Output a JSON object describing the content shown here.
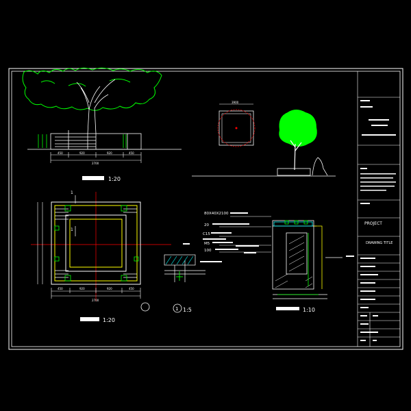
{
  "drawing": {
    "elevation_scale": "1:20",
    "plan_scale": "1:20",
    "detail_scale": "1:5",
    "section_scale": "1:10",
    "detail_marker": "1",
    "section_marker": "1",
    "dims_elevation": [
      "450",
      "920",
      "920",
      "450"
    ],
    "dims_elevation_total": "2700",
    "dims_plan_top": [
      "450",
      "920",
      "920",
      "450"
    ],
    "dims_plan_total": "2700",
    "callouts": [
      "80X40X2100",
      "20",
      "C15",
      "M5",
      "100"
    ],
    "symbol_dim": "3900"
  },
  "title_block": {
    "project_label": "PROJECT",
    "drawing_title_label": "DRAWING TITLE"
  },
  "colors": {
    "background": "#000000",
    "frame": "#ffffff",
    "tree": "#00ff00",
    "cyan": "#00ffff",
    "yellow": "#ffff00",
    "red": "#ff0000",
    "magenta": "#ff00ff"
  }
}
